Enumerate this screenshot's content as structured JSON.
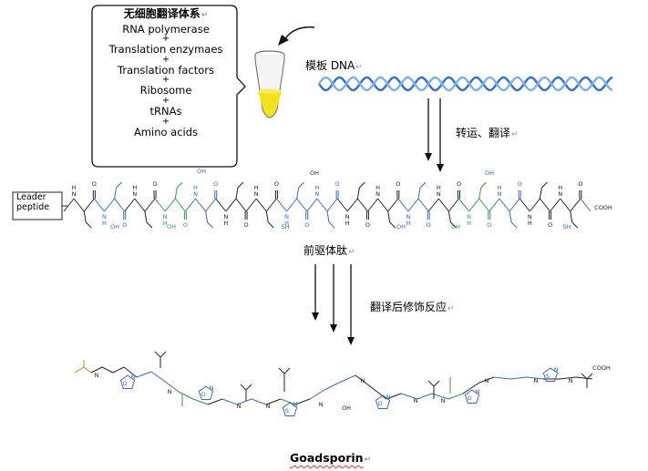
{
  "cellfree": {
    "heading": "无细胞翻译体系",
    "items": [
      "RNA polymerase",
      "Translation enzymaes",
      "Translation factors",
      "Ribosome",
      "tRNAs",
      "Amino acids"
    ],
    "plus": "+"
  },
  "template_label": "模板 DNA",
  "step1_label": "转运、翻译",
  "leader": {
    "line1": "Leader",
    "line2": "peptide"
  },
  "precursor_label": "前驱体肽",
  "step2_label": "翻译后修饰反应",
  "product_label": "Goadsporin",
  "return_mark": "↵",
  "atoms": {
    "nh": "N",
    "h": "H",
    "oh": "OH",
    "sh": "SH",
    "cooh": "COOH",
    "n": "N",
    "o": "O",
    "s": "S"
  },
  "colors": {
    "tube_liquid": "#f2e21a",
    "dna_blue": "#2e6fd8",
    "residue_blue": "#3a66c4",
    "residue_green": "#2f9a45",
    "acetyl_orange": "#e07a30",
    "squiggle_red": "#e03030"
  }
}
